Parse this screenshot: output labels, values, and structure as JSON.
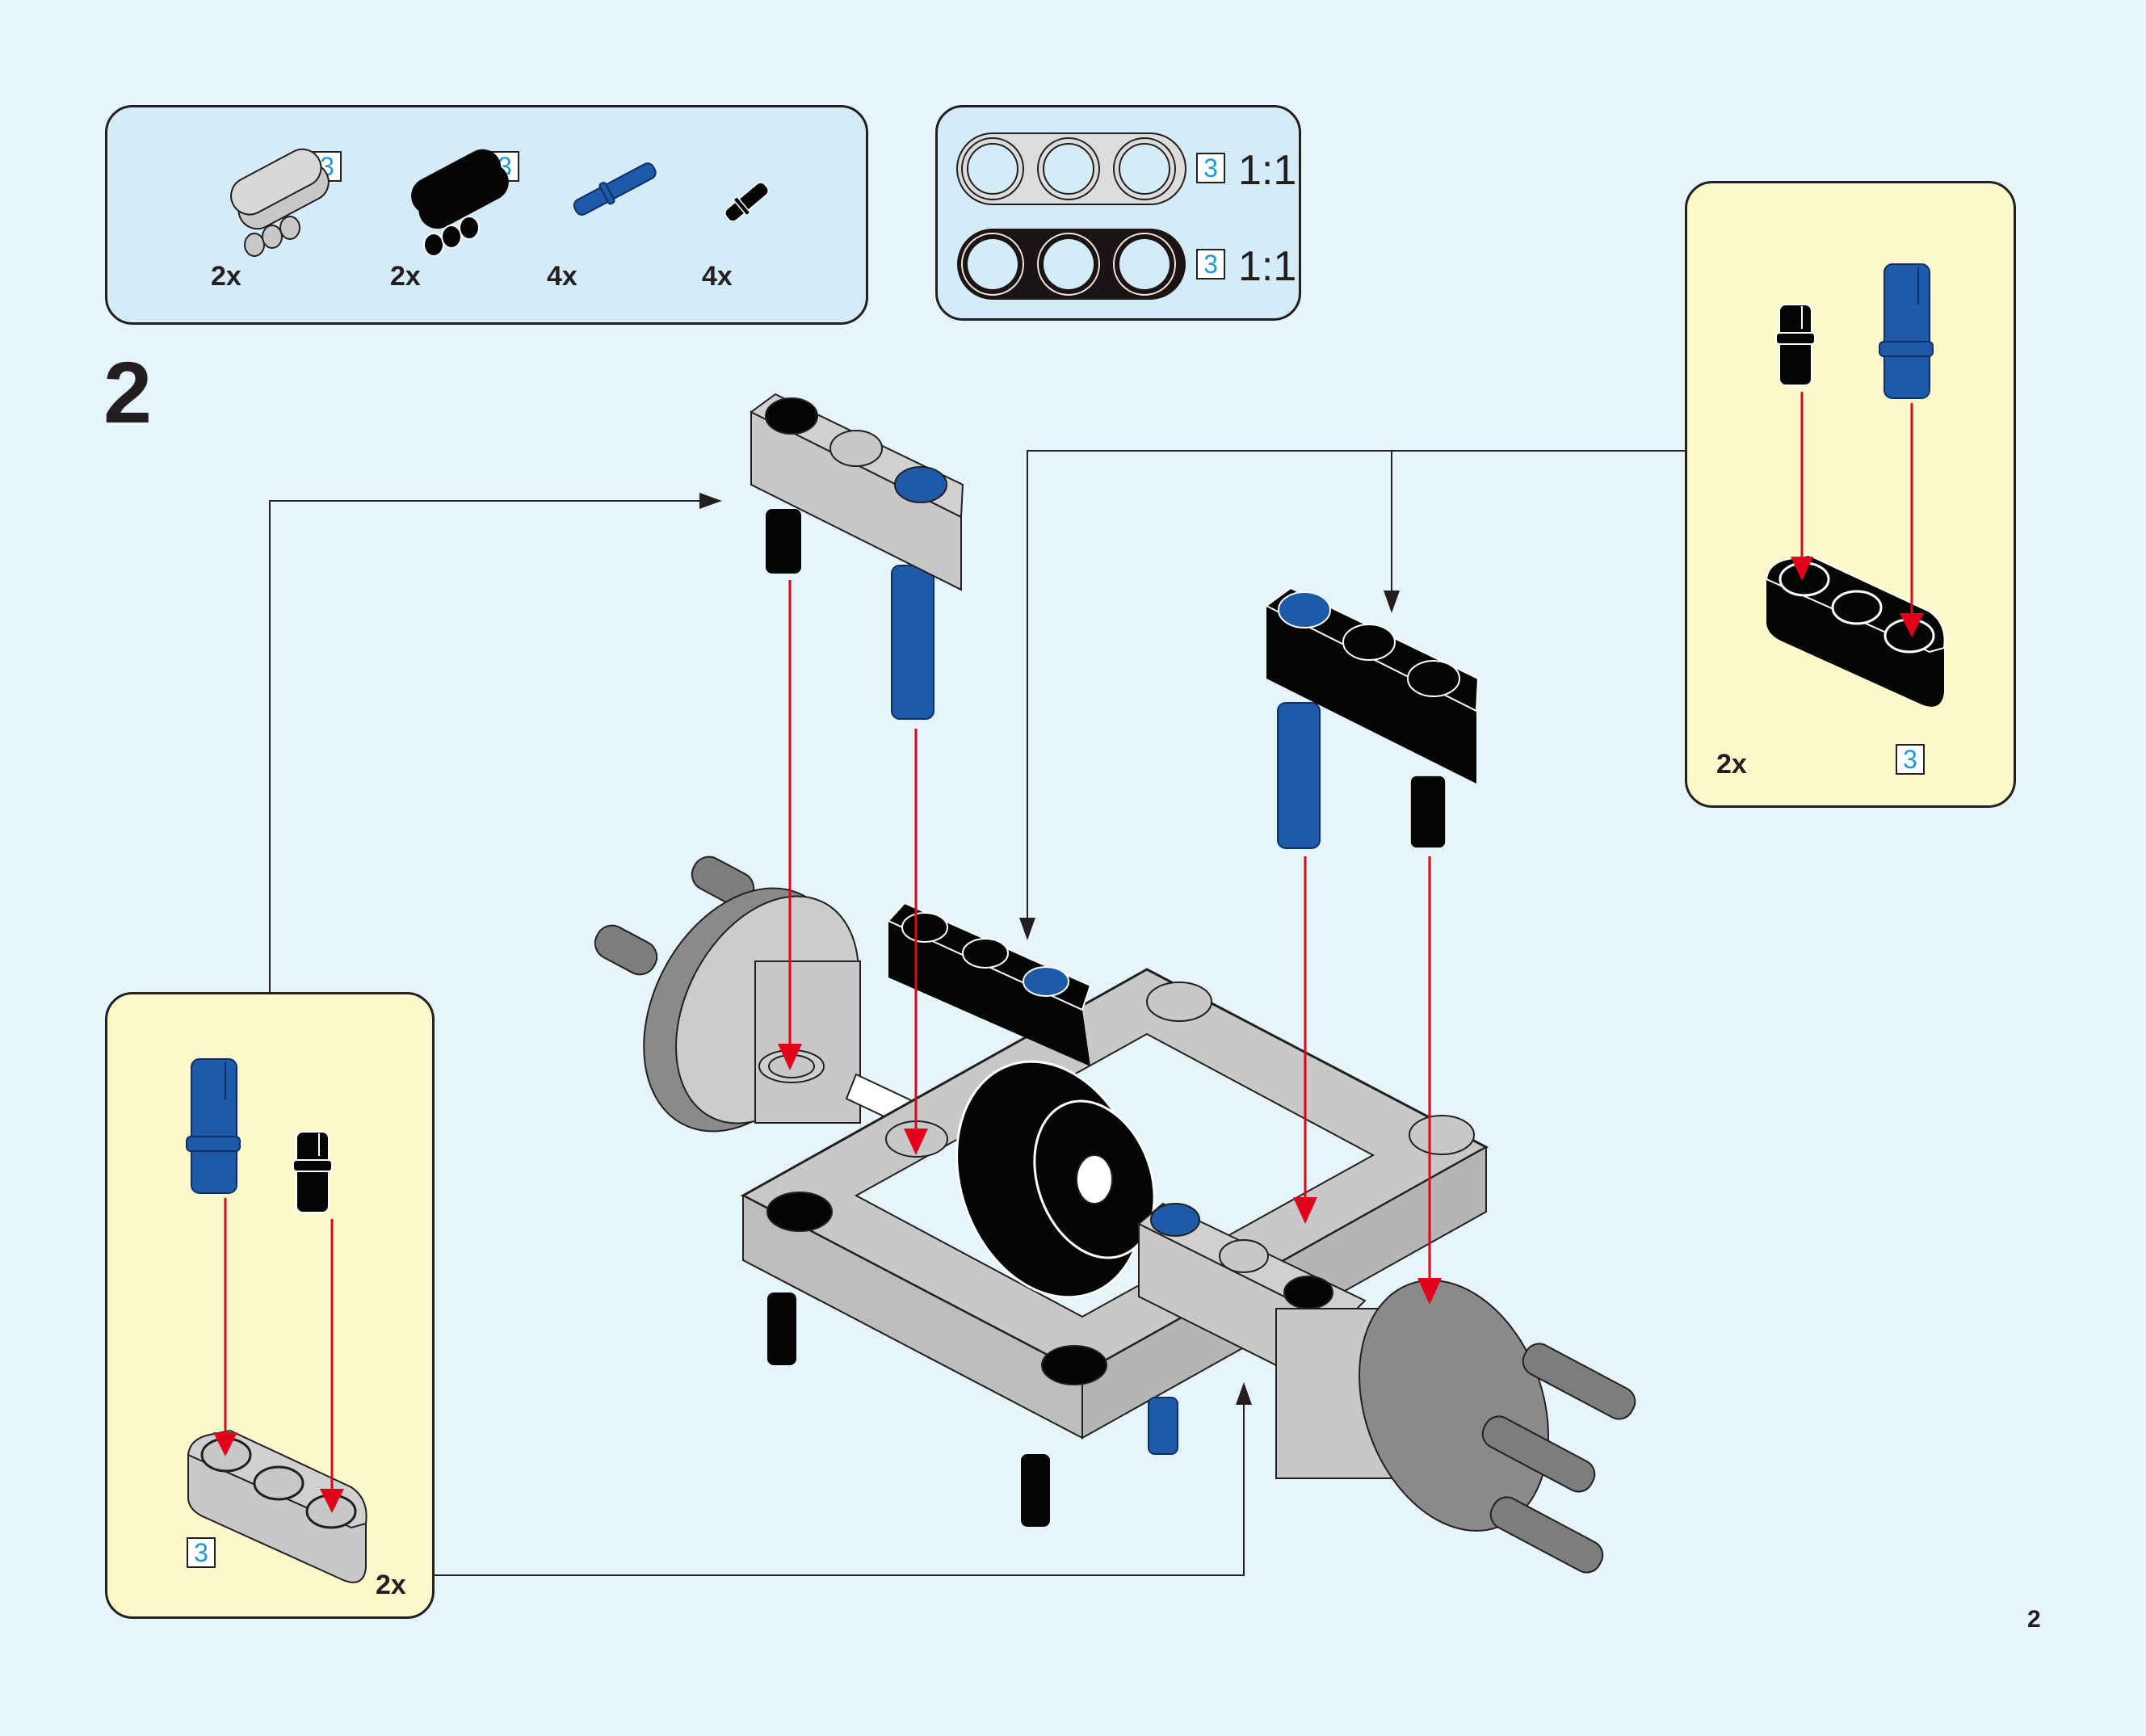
{
  "page": {
    "step_number": "2",
    "page_number": "2",
    "colors": {
      "background": "#e6f4fc",
      "parts_panel": "#d3ecf8",
      "subassembly_panel": "#fef9cc",
      "light_gray_part": "#c8c8c8",
      "black_part": "#050505",
      "blue_part": "#1f5aa8",
      "dark_gray_part": "#7d7d7d",
      "arrow_red": "#e3001b",
      "callout_line": "#231f20",
      "length_number": "#1d9ad6"
    }
  },
  "parts_list": {
    "items": [
      {
        "part": "light-gray-3-beam",
        "quantity": "2x",
        "length": "3"
      },
      {
        "part": "black-3-beam",
        "quantity": "2x",
        "length": "3"
      },
      {
        "part": "blue-axle-pin",
        "quantity": "4x"
      },
      {
        "part": "black-friction-pin",
        "quantity": "4x"
      }
    ]
  },
  "ratio_box": {
    "items": [
      {
        "part": "light-gray-3-beam",
        "length": "3",
        "scale": "1:1"
      },
      {
        "part": "black-3-beam",
        "length": "3",
        "scale": "1:1"
      }
    ]
  },
  "subassembly_right": {
    "parts": [
      "black-friction-pin",
      "blue-axle-pin",
      "black-3-beam"
    ],
    "quantity": "2x",
    "length": "3"
  },
  "subassembly_left": {
    "parts": [
      "blue-axle-pin",
      "black-friction-pin",
      "light-gray-3-beam"
    ],
    "quantity": "2x",
    "length": "3"
  },
  "main_assembly": {
    "description": "Differential gear housing frame with hubs; subassemblies attached via pins",
    "parts": [
      "frame-5x7-open-center",
      "differential-gear",
      "axles",
      "wheel-hubs",
      "3-beams-with-pins"
    ]
  }
}
